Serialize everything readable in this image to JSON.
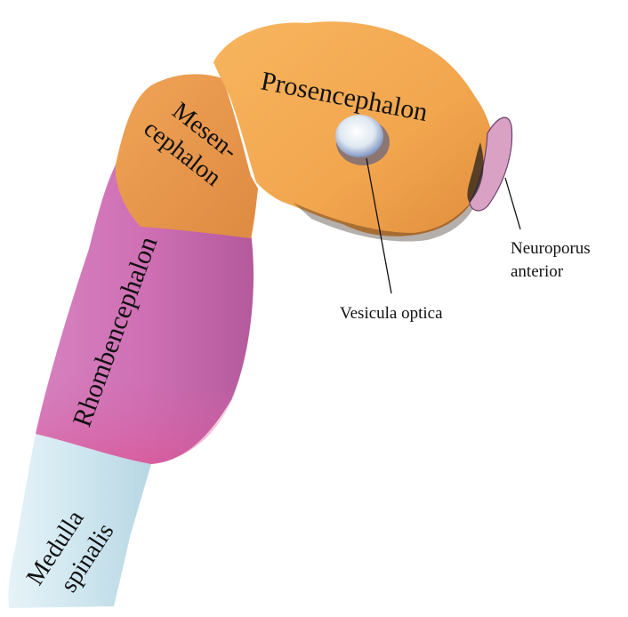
{
  "labels": {
    "prosencephalon": "Prosencephalon",
    "mesencephalon_line1": "Mesen-",
    "mesencephalon_line2": "cephalon",
    "rhombencephalon": "Rhombencephalon",
    "medulla_line1": "Medulla",
    "medulla_line2": "spinalis",
    "vesicula_optica": "Vesicula optica",
    "neuroporus_line1": "Neuroporus",
    "neuroporus_line2": "anterior"
  },
  "colors": {
    "prosencephalon": "#f2a64e",
    "mesencephalon": "#ec9a4a",
    "rhombencephalon": "#cf6fb4",
    "medulla_spinalis": "#cfe6ef",
    "vesicula_optica": "#e6eef6",
    "neuroporus": "#d9a2c4",
    "leader_lines": "#111111"
  }
}
